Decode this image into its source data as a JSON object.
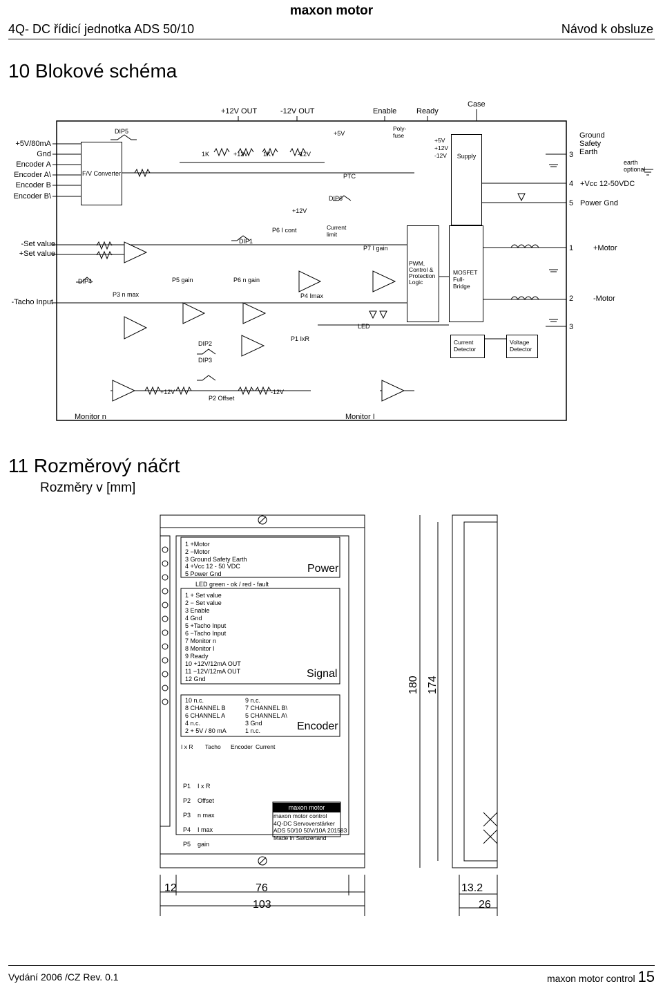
{
  "header": {
    "brand": "maxon motor",
    "left": "4Q- DC řídicí jednotka ADS 50/10",
    "right": "Návod k obsluze"
  },
  "section10": {
    "title": "10  Blokové schéma",
    "top_labels": [
      "+12V OUT",
      "-12V OUT",
      "Enable",
      "Ready",
      "Case"
    ],
    "left_inputs": [
      "+5V/80mA",
      "Gnd",
      "Encoder A",
      "Encoder A\\",
      "Encoder B",
      "Encoder B\\"
    ],
    "left_set": [
      "-Set value",
      "+Set value"
    ],
    "tacho": "-Tacho Input",
    "right_terms": [
      {
        "num": "3",
        "label": "Ground Safety Earth"
      },
      {
        "num": "4",
        "label": "+Vcc 12-50VDC"
      },
      {
        "num": "5",
        "label": "Power Gnd"
      },
      {
        "num": "1",
        "label": "+Motor"
      },
      {
        "num": "2",
        "label": "-Motor"
      },
      {
        "num": "3",
        "label": ""
      }
    ],
    "earth_optional": "earth optional",
    "blocks": {
      "dip5": "DIP5",
      "fv": "F/V Converter",
      "k1a": "1K",
      "p12a": "+12V",
      "k1b": "1K",
      "m12a": "-12V",
      "p5v": "+5V",
      "ptc": "PTC",
      "dip6": "DIP6",
      "p12b": "+12V",
      "polyfuse": "Poly-fuse",
      "supply_rails": "+5V\n+12V\n-12V",
      "supply": "Supply",
      "dip1": "DIP1",
      "p6": "P6 I cont",
      "current_limit": "Current limit",
      "p7": "P7 I gain",
      "pwm": "PWM, Control & Protection Logic",
      "mosfet": "MOSFET Full-Bridge",
      "dip4": "DIP4",
      "p5": "P5 gain",
      "p6n": "P6 n gain",
      "p3": "P3 n max",
      "p4": "P4 Imax",
      "led": "LED",
      "p1": "P1 IxR",
      "dip2": "DIP2",
      "dip3": "DIP3",
      "cur_det": "Current Detector",
      "volt_det": "Voltage Detector",
      "p12c": "+12V",
      "p2": "P2 Offset",
      "m12c": "-12V",
      "mon_n": "Monitor n",
      "mon_i": "Monitor I"
    }
  },
  "section11": {
    "title": "11  Rozměrový náčrt",
    "subtitle": "Rozměry v [mm]",
    "power_list": [
      "1  +Motor",
      "2  −Motor",
      "3  Ground Safety Earth",
      "4  +Vcc  12 - 50 VDC",
      "5  Power Gnd"
    ],
    "power_title": "Power",
    "led_line": "LED  green - ok   /   red - fault",
    "signal_list": [
      "1  + Set value",
      "2  − Set value",
      "3  Enable",
      "4  Gnd",
      "5  +Tacho Input",
      "6  −Tacho Input",
      "7  Monitor n",
      "8  Monitor I",
      "9  Ready",
      "10  +12V/12mA OUT",
      "11  −12V/12mA OUT",
      "12  Gnd"
    ],
    "signal_title": "Signal",
    "encoder_left": [
      "10  n.c.",
      "8  CHANNEL B",
      "6  CHANNEL A",
      "4  n.c.",
      "2  + 5V / 80 mA"
    ],
    "encoder_right": [
      "9  n.c.",
      "7  CHANNEL B\\",
      "5  CHANNEL A\\",
      "3  Gnd",
      "1  n.c."
    ],
    "encoder_title": "Encoder",
    "dip_labels": [
      "I x R",
      "Tacho",
      "Encoder",
      "Current"
    ],
    "pots": [
      {
        "p": "P1",
        "l": "I x R"
      },
      {
        "p": "P2",
        "l": "Offset"
      },
      {
        "p": "P3",
        "l": "n max"
      },
      {
        "p": "P4",
        "l": "I max"
      },
      {
        "p": "P5",
        "l": "gain"
      }
    ],
    "label_box": [
      "maxon motor",
      "maxon motor control",
      "4Q-DC          Servoverstärker",
      "ADS 50/10 50V/10A  201583",
      "Made in Switzerland"
    ],
    "dims": {
      "d12": "12",
      "d76": "76",
      "d103": "103",
      "d180": "180",
      "d174": "174",
      "d132": "13.2",
      "d26": "26"
    }
  },
  "footer": {
    "left": "Vydání 2006 /CZ Rev. 0.1",
    "right_text": "maxon motor control ",
    "page": "15"
  }
}
